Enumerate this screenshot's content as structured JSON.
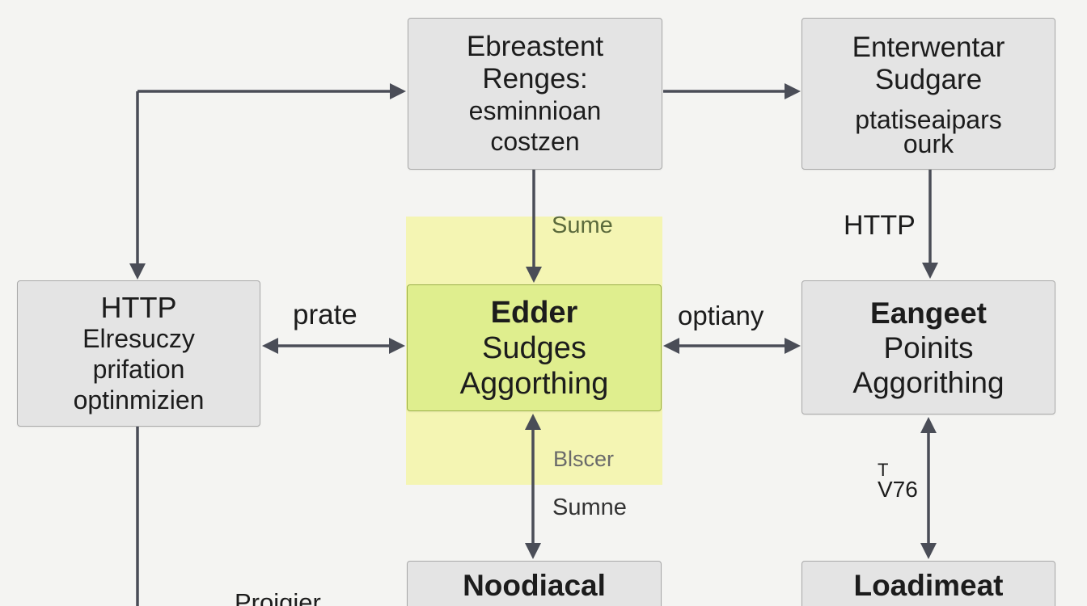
{
  "nodes": {
    "top_center": {
      "lines": [
        "Ebreastent",
        "Renges:",
        "esminnioan",
        "costzen"
      ]
    },
    "top_right": {
      "lines": [
        "Enterwentar",
        "Sudgare",
        "ptatiseaipars",
        "ourk"
      ]
    },
    "middle_left": {
      "lines": [
        "HTTP",
        "Elresuczy",
        "prifation",
        "optinmizien"
      ]
    },
    "center": {
      "lines": [
        "Edder",
        "Sudges",
        "Aggorthing"
      ]
    },
    "middle_right": {
      "lines": [
        "Eangeet",
        "Poinits",
        "Aggorithing"
      ]
    },
    "bottom_center": {
      "lines": [
        "Noodiacal"
      ]
    },
    "bottom_right": {
      "lines": [
        "Loadimeat"
      ]
    }
  },
  "edge_labels": {
    "left_to_center": "prate",
    "center_to_right": "optiany",
    "top_right_down": "HTTP",
    "top_center_down": "Sume",
    "center_down_upper": "Blscer",
    "center_down_lower": "Sumne",
    "right_down_top": "T",
    "right_down_bottom": "V76",
    "bottom_left": "Projgier"
  },
  "colors": {
    "node_fill": "#e4e4e4",
    "center_fill": "#dfee8e",
    "highlight": "#f3f5a8",
    "arrow": "#4a4d57"
  }
}
